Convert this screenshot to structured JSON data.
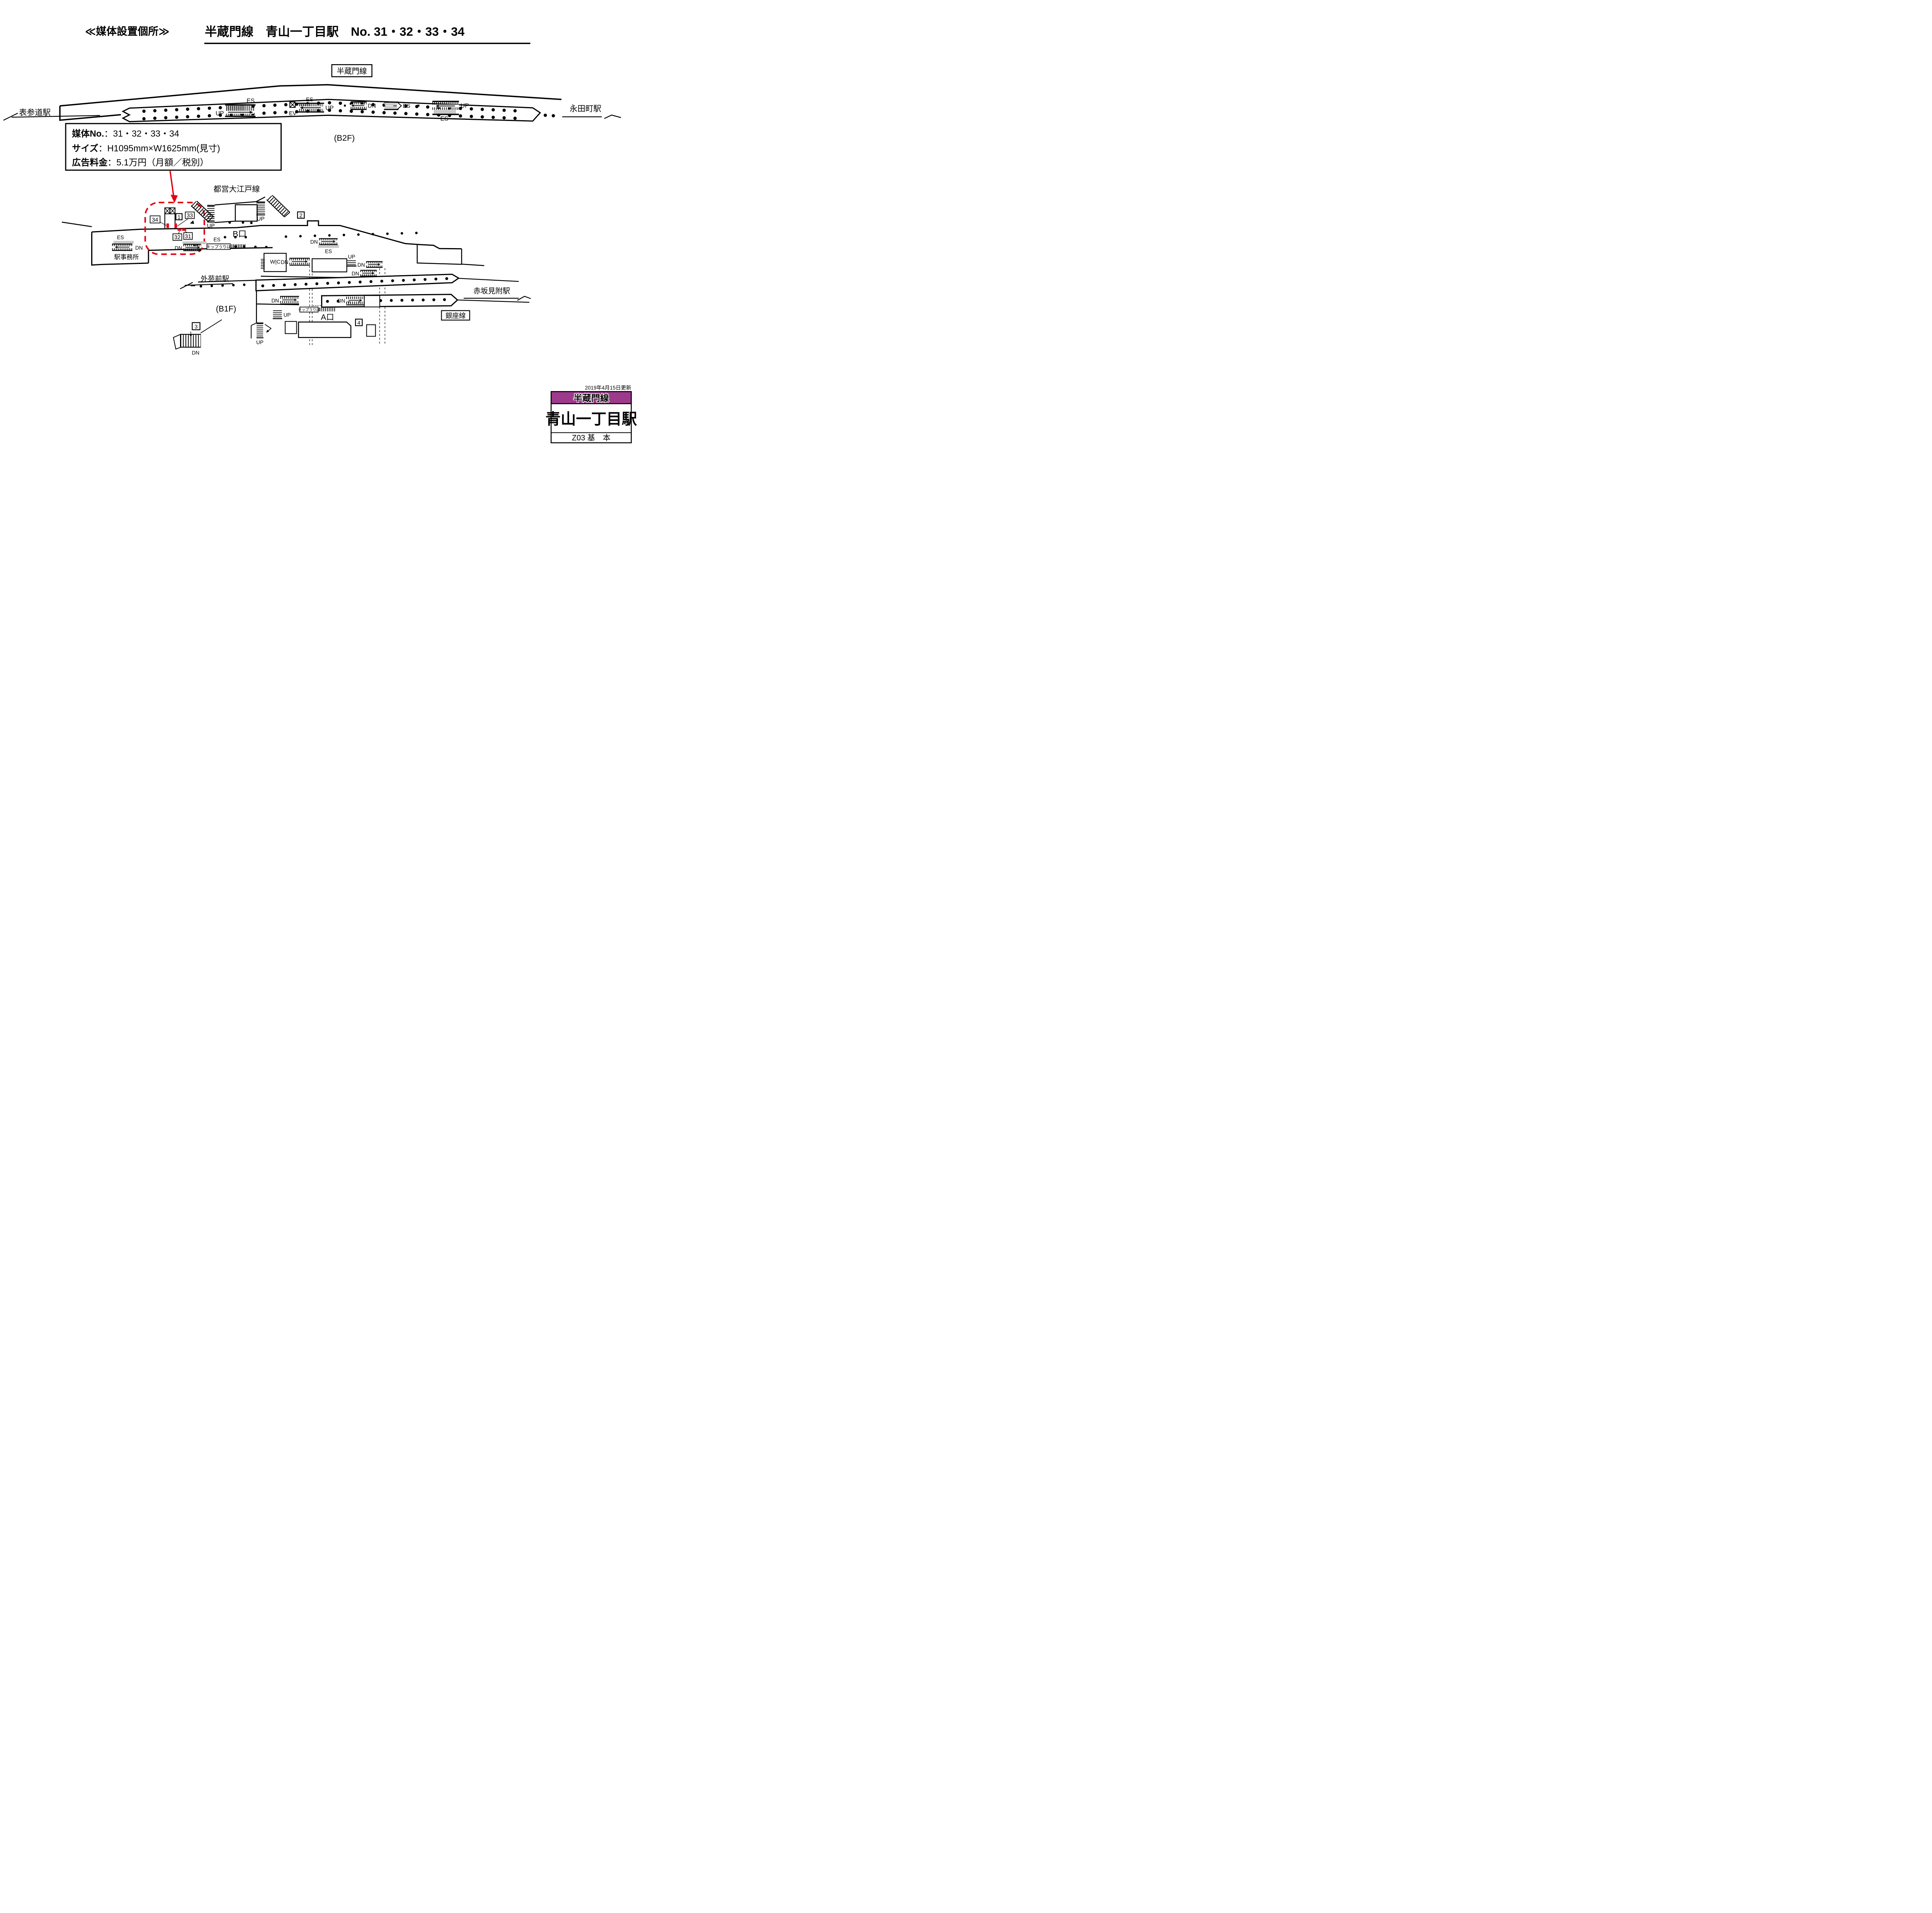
{
  "title": {
    "prefix": "≪媒体設置個所≫",
    "main": "半蔵門線　青山一丁目駅　No. 31・32・33・34"
  },
  "info_box": {
    "rows": [
      {
        "label": "媒体No.",
        "value": "：31・32・33・34"
      },
      {
        "label": "サイズ",
        "value": "：H1095mm×W1625mm(見寸)"
      },
      {
        "label": "広告料金",
        "value": "：5.1万円（月額／税別）"
      }
    ]
  },
  "lines": {
    "hanzomon": "半蔵門線",
    "oedo": "都営大江戸線",
    "ginza": "銀座線"
  },
  "stations": {
    "left": "表参道駅",
    "right": "永田町駅",
    "bottom_left": "外苑前駅",
    "bottom_right": "赤坂見附駅"
  },
  "floors": {
    "b2f": "(B2F)",
    "b1f": "(B1F)"
  },
  "labels": {
    "up": "UP",
    "dn": "DN",
    "es": "ES",
    "ev": "EV",
    "ev_dashed": "-EV-",
    "wc": "W|C",
    "station_office": "駅事務所",
    "ticket_window": "キップうりば",
    "exit_a": "A口",
    "exit_b": "B口"
  },
  "media_numbers": {
    "n31": "31",
    "n32": "32",
    "n33": "33",
    "n34": "34"
  },
  "exit_numbers": {
    "e1": "1",
    "e2": "2",
    "e3": "3",
    "e4": "4"
  },
  "legend": {
    "updated": "2019年4月15日更新",
    "line": "半蔵門線",
    "station": "青山一丁目駅",
    "code": "Z03 基　本"
  },
  "colors": {
    "accent_red": "#e60012",
    "line_purple": "#9e3a8c",
    "escalator_gray": "#c9c9c9"
  }
}
